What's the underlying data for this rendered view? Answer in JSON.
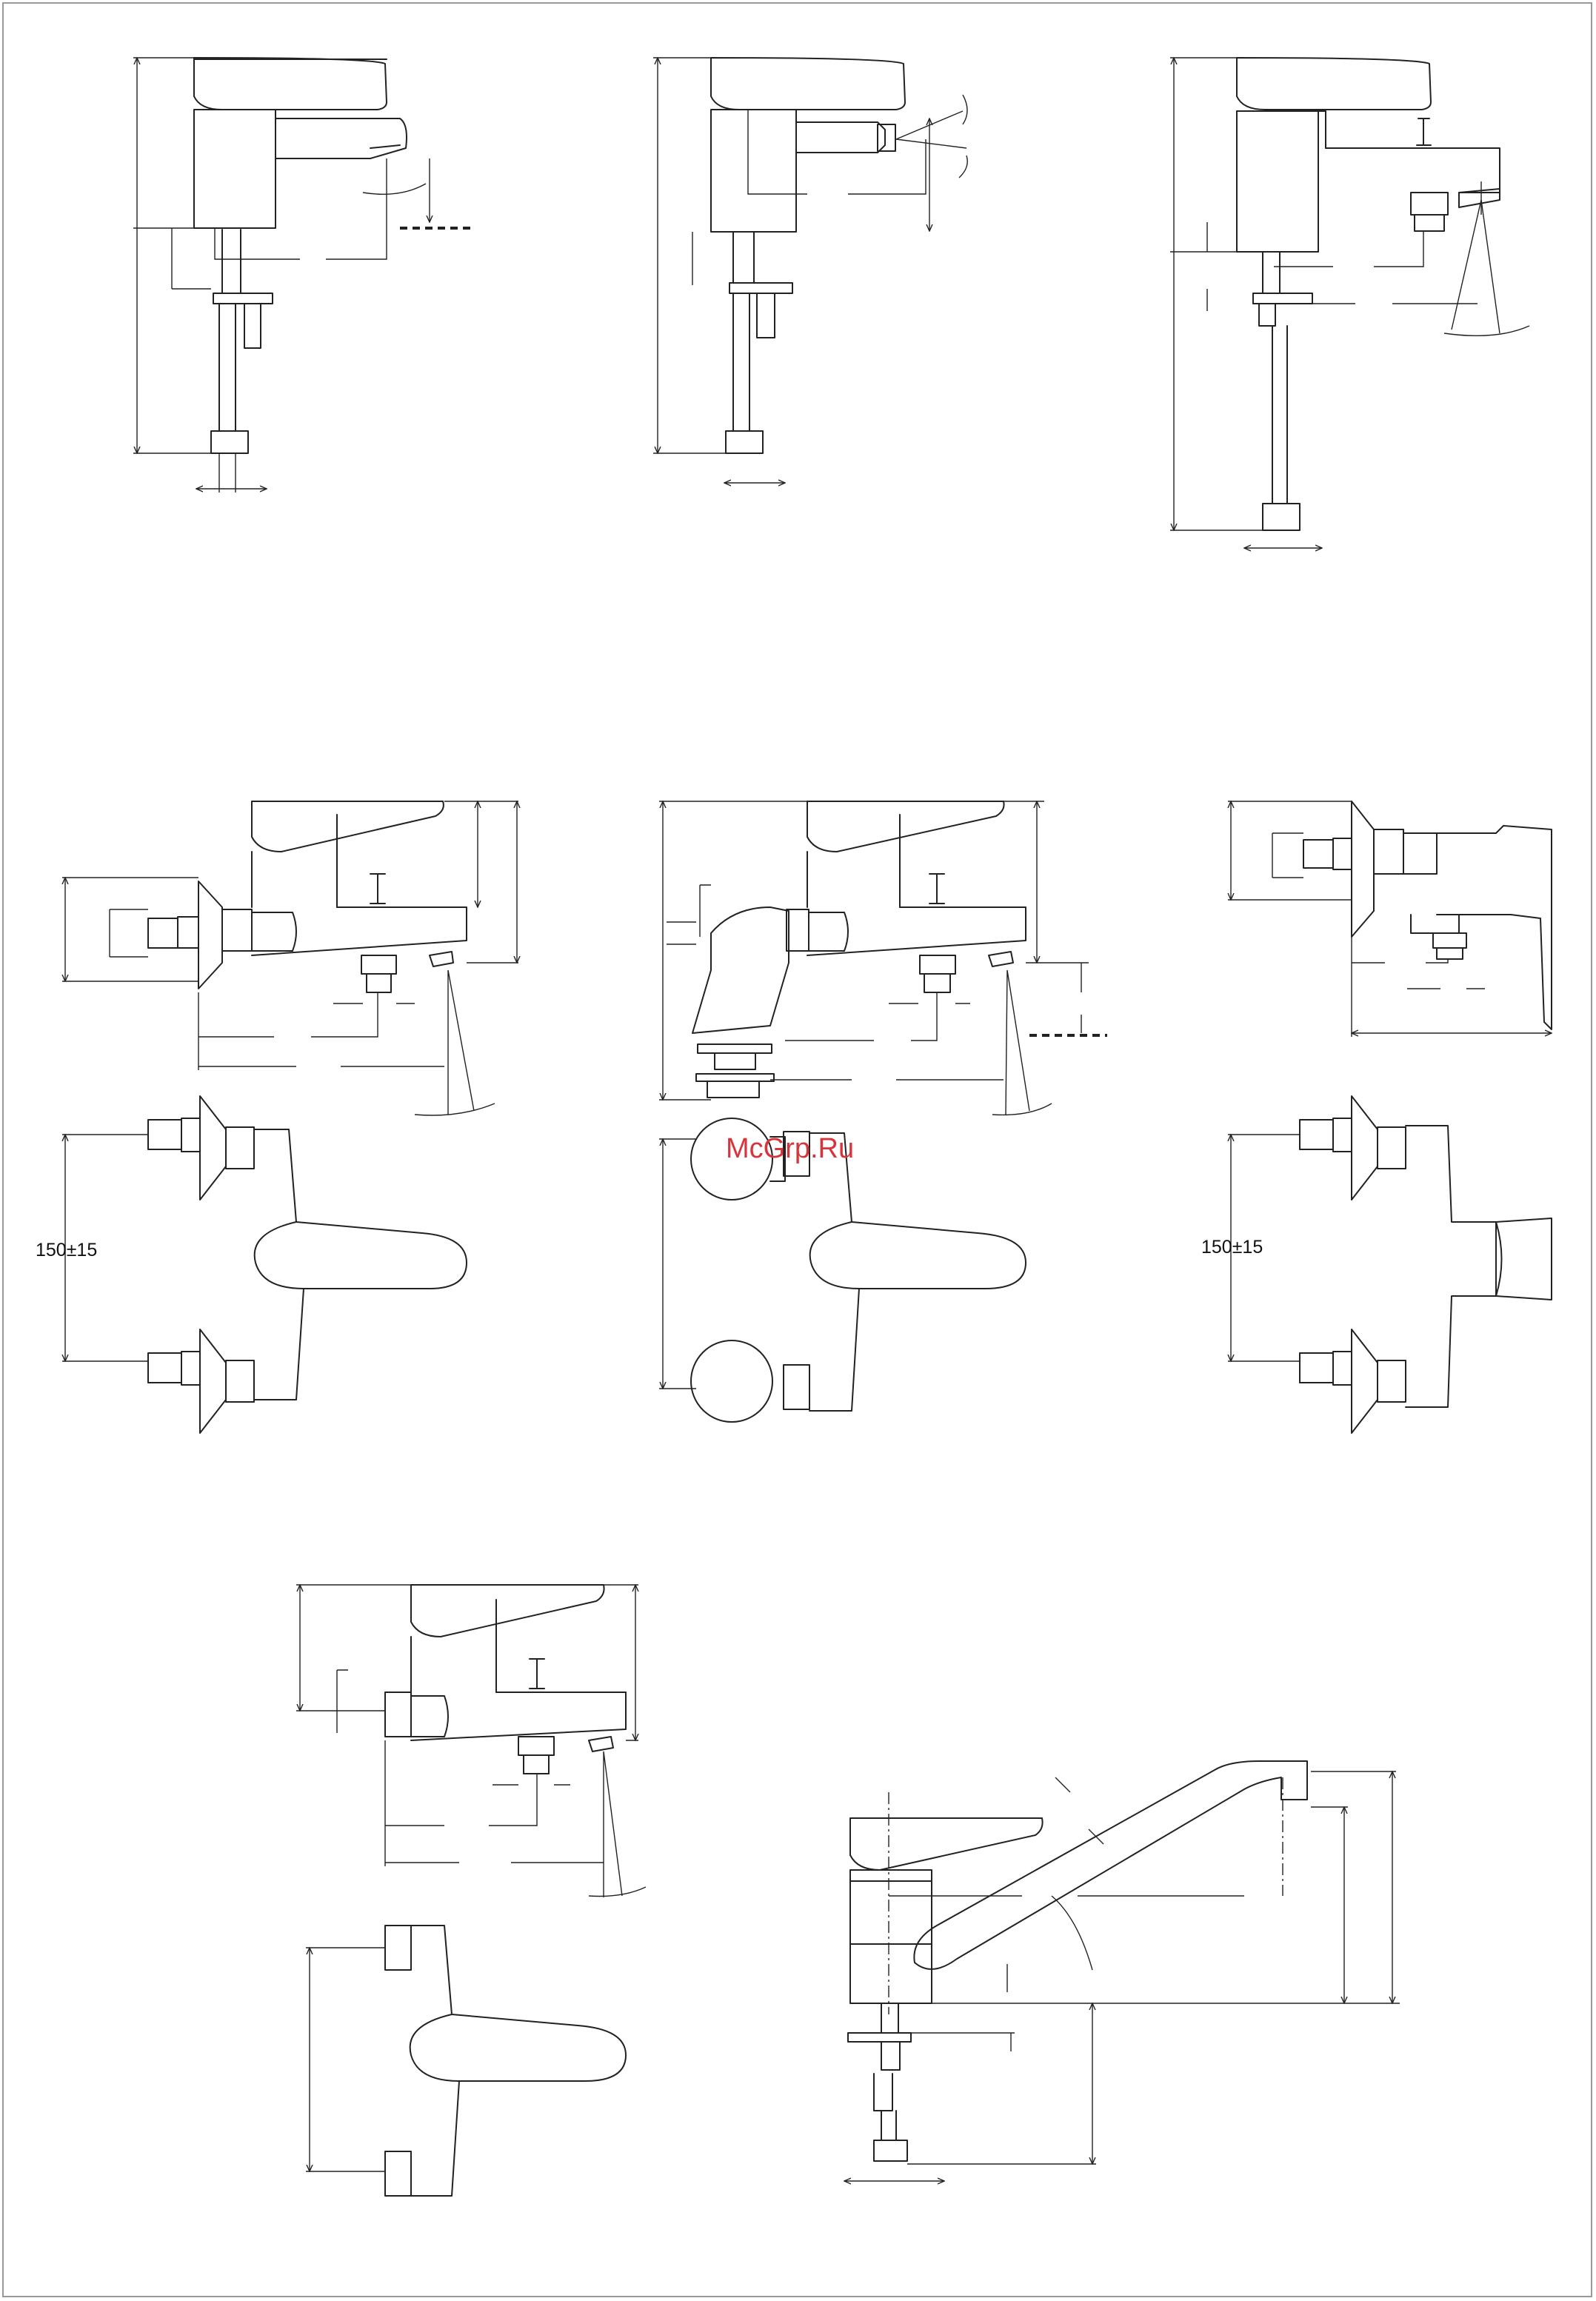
{
  "watermark": "McGrp.Ru",
  "labels": {
    "bath_mixer_spacing": "150±15",
    "shower_mixer_spacing": "150±15"
  },
  "colors": {
    "line": "#222222",
    "frame": "#999999",
    "watermark": "#d7353b"
  }
}
